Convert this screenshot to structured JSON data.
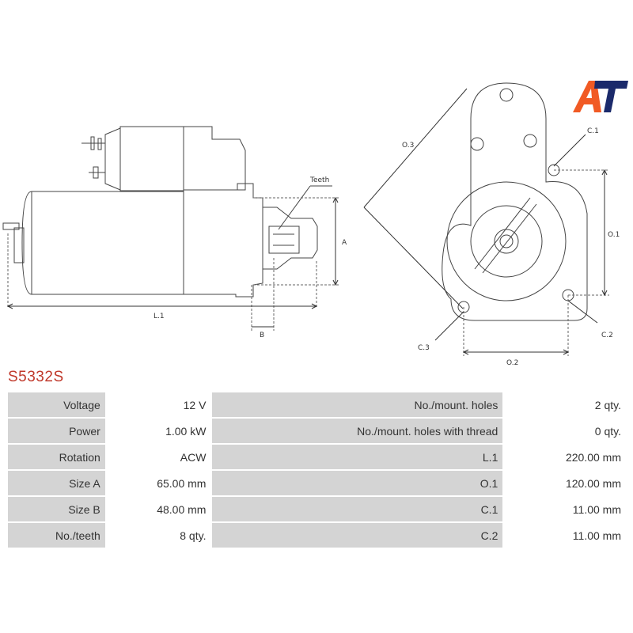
{
  "part_number": "S5332S",
  "colors": {
    "part_number": "#c0392b",
    "logo_a": "#f15a24",
    "logo_t": "#1b2a6b",
    "label_bg": "#d4d4d4"
  },
  "drawing": {
    "labels": {
      "teeth": "Teeth",
      "a": "A",
      "l1": "L.1",
      "b": "B",
      "o3": "O.3",
      "c1": "C.1",
      "o1": "O.1",
      "c2": "C.2",
      "c3": "C.3",
      "o2": "O.2"
    }
  },
  "logo": {
    "left": "A",
    "right": "T"
  },
  "specs": [
    {
      "label": "Voltage",
      "value": "12 V",
      "label2": "No./mount. holes",
      "value2": "2 qty."
    },
    {
      "label": "Power",
      "value": "1.00 kW",
      "label2": "No./mount. holes with thread",
      "value2": "0 qty."
    },
    {
      "label": "Rotation",
      "value": "ACW",
      "label2": "L.1",
      "value2": "220.00 mm"
    },
    {
      "label": "Size A",
      "value": "65.00 mm",
      "label2": "O.1",
      "value2": "120.00 mm"
    },
    {
      "label": "Size B",
      "value": "48.00 mm",
      "label2": "C.1",
      "value2": "11.00 mm"
    },
    {
      "label": "No./teeth",
      "value": "8 qty.",
      "label2": "C.2",
      "value2": "11.00 mm"
    }
  ]
}
